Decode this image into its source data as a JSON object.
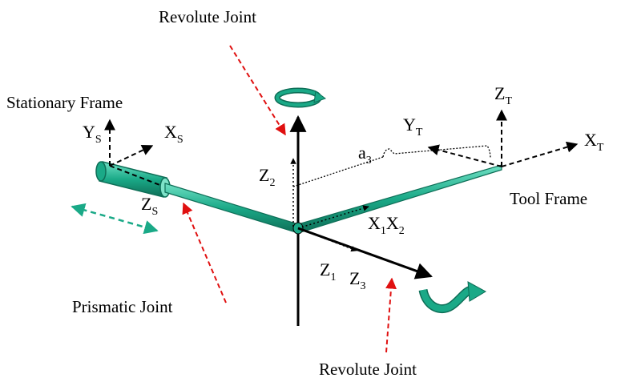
{
  "labels": {
    "revolute_joint_top": "Revolute Joint",
    "revolute_joint_bottom": "Revolute Joint",
    "prismatic_joint": "Prismatic Joint",
    "stationary_frame": "Stationary Frame",
    "tool_frame": "Tool Frame"
  },
  "axes": {
    "ys": {
      "main": "Y",
      "sub": "S"
    },
    "xs": {
      "main": "X",
      "sub": "S"
    },
    "zs": {
      "main": "Z",
      "sub": "S"
    },
    "z2": {
      "main": "Z",
      "sub": "2"
    },
    "a3": {
      "main": "a",
      "sub": "3"
    },
    "yt": {
      "main": "Y",
      "sub": "T"
    },
    "zt": {
      "main": "Z",
      "sub": "T"
    },
    "xt": {
      "main": "X",
      "sub": "T"
    },
    "x1": {
      "main": "X",
      "sub": "1"
    },
    "x2": {
      "main": "X",
      "sub": "2"
    },
    "z1": {
      "main": "Z",
      "sub": "1"
    },
    "z3": {
      "main": "Z",
      "sub": "3"
    }
  },
  "colors": {
    "link": "#1aa987",
    "link_dark": "#0e6e57",
    "annotation_arrow": "#e01010",
    "motion_arrow": "#1aa987",
    "ink": "#000000"
  }
}
